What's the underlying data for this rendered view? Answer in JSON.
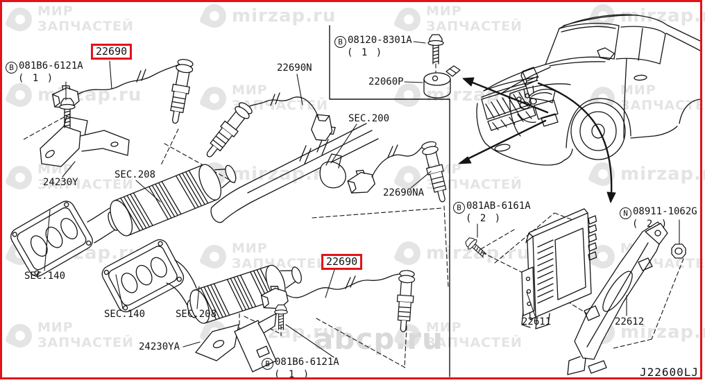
{
  "watermark": {
    "brand_top": "МИР",
    "brand_bottom": "ЗАПЧАСТЕЙ",
    "site": "mirzap.ru",
    "alt_site": "abcp.ru"
  },
  "diagram_code": "J22600LJ",
  "labels": {
    "o2_sensor_front": {
      "text": "22690",
      "boxed": true
    },
    "bolt_front": {
      "prefix": "B",
      "text": "081B6-6121A",
      "qty": "( 1 )"
    },
    "bracket_front": {
      "text": "24230Y"
    },
    "sec_208_upper": {
      "text": "SEC.208"
    },
    "sec_140_upper": {
      "text": "SEC.140"
    },
    "sec_140_lower": {
      "text": "SEC.140"
    },
    "sec_208_lower": {
      "text": "SEC.208"
    },
    "bracket_rear": {
      "text": "24230YA"
    },
    "bolt_rear": {
      "prefix": "B",
      "text": "081B6-6121A",
      "qty": "( 1 )"
    },
    "o2_sensor_rear": {
      "text": "22690",
      "boxed": true
    },
    "o2_sensor_front_rh": {
      "text": "22690N"
    },
    "sec_200": {
      "text": "SEC.200"
    },
    "o2_sensor_rear_rh": {
      "text": "22690NA"
    },
    "knock_bolt": {
      "prefix": "B",
      "text": "08120-8301A",
      "qty": "( 1 )"
    },
    "knock_sensor": {
      "text": "22060P"
    },
    "ecm_bolt": {
      "prefix": "B",
      "text": "081AB-6161A",
      "qty": "( 2 )"
    },
    "ecm_nut": {
      "prefix": "N",
      "text": "08911-1062G",
      "qty": "( 2 )"
    },
    "ecm": {
      "text": "22611"
    },
    "ecm_bracket": {
      "text": "22612"
    }
  }
}
